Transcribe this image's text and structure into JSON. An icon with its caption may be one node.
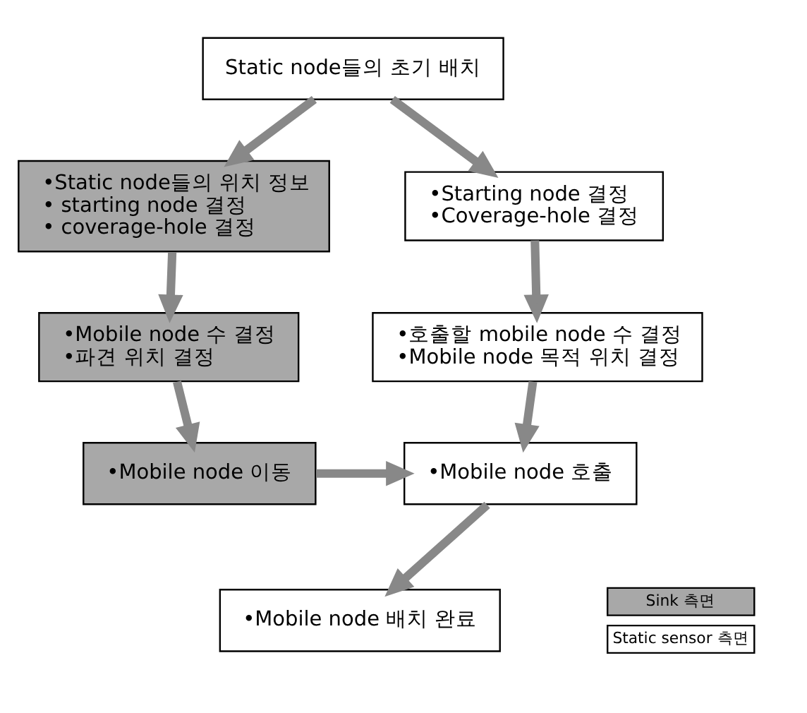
{
  "diagram": {
    "nodes": [
      {
        "text": [
          "Static node들의 초기 배치"
        ]
      },
      {
        "text": [
          "•Static node들의 위치 정보",
          "• starting node 결정",
          "• coverage-hole 결정"
        ]
      },
      {
        "text": [
          "•Starting node 결정",
          "•Coverage-hole 결정"
        ]
      },
      {
        "text": [
          "•Mobile node 수 결정",
          "•파견 위치 결정"
        ]
      },
      {
        "text": [
          "•호출할 mobile node 수 결정",
          "•Mobile node 목적 위치 결정"
        ]
      },
      {
        "text": [
          "•Mobile node 이동"
        ]
      },
      {
        "text": [
          "•Mobile node 호출"
        ]
      },
      {
        "text": [
          "•Mobile node 배치 완료"
        ]
      }
    ],
    "edges": [
      {
        "from": 0,
        "to": 1,
        "arrow": "to"
      },
      {
        "from": 0,
        "to": 2,
        "arrow": "to"
      },
      {
        "from": 1,
        "to": 3,
        "arrow": "to"
      },
      {
        "from": 2,
        "to": 4,
        "arrow": "to"
      },
      {
        "from": 3,
        "to": 5,
        "arrow": "to"
      },
      {
        "from": 4,
        "to": 6,
        "arrow": "to"
      },
      {
        "from": 5,
        "to": 6,
        "arrow": "to"
      },
      {
        "from": 6,
        "to": 7,
        "arrow": "to"
      }
    ],
    "legend": [
      {
        "text": "Sink 측면",
        "color": "#a8a8a8"
      },
      {
        "text": "Static sensor 측면",
        "color": "#ffffff"
      }
    ]
  }
}
